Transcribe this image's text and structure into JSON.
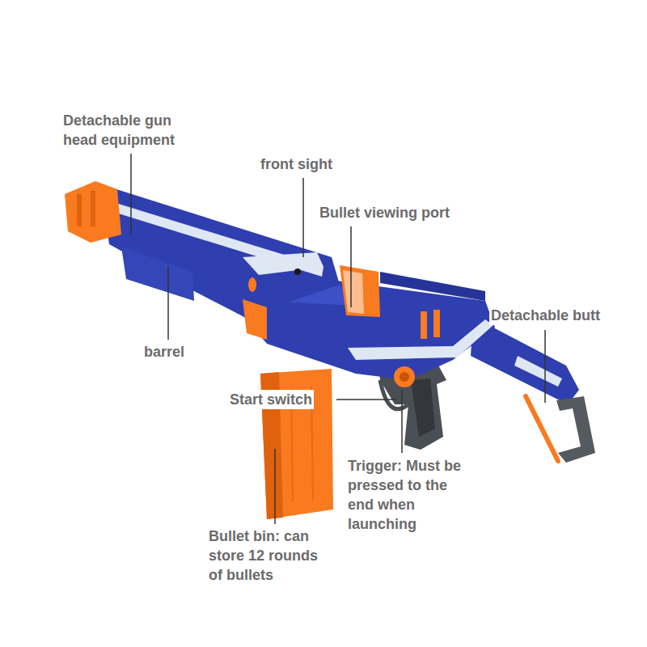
{
  "diagram": {
    "labels": [
      "Detachable gun head equipment",
      "front sight",
      "Bullet viewing port",
      "barrel",
      "Detachable butt",
      "Start switch",
      "Trigger: Must be pressed to the end when launching",
      "Bullet bin: can store 12 rounds of bullets"
    ]
  }
}
